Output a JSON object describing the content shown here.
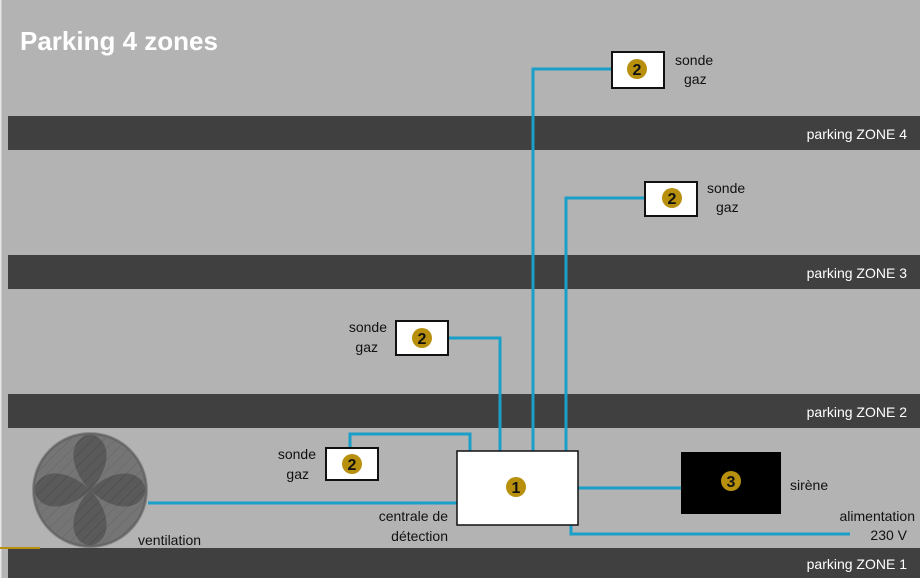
{
  "title": "Parking 4 zones",
  "zones": {
    "zone4": "parking ZONE 4",
    "zone3": "parking ZONE 3",
    "zone2": "parking ZONE 2",
    "zone1": "parking ZONE 1"
  },
  "sensors": {
    "s1": {
      "number": "2",
      "line1": "sonde",
      "line2": "gaz"
    },
    "s2": {
      "number": "2",
      "line1": "sonde",
      "line2": "gaz"
    },
    "s3": {
      "number": "2",
      "line1": "sonde",
      "line2": "gaz"
    },
    "s4": {
      "number": "2",
      "line1": "sonde",
      "line2": "gaz"
    }
  },
  "central": {
    "number": "1",
    "line1": "centrale de",
    "line2": "détection"
  },
  "siren": {
    "number": "3",
    "label": "sirène"
  },
  "fan": {
    "label": "ventilation"
  },
  "power": {
    "line1": "alimentation",
    "line2": "230 V"
  },
  "colors": {
    "background": "#b3b3b3",
    "band": "#404040",
    "cable": "#1a9fc9",
    "badge": "#b8900e"
  }
}
